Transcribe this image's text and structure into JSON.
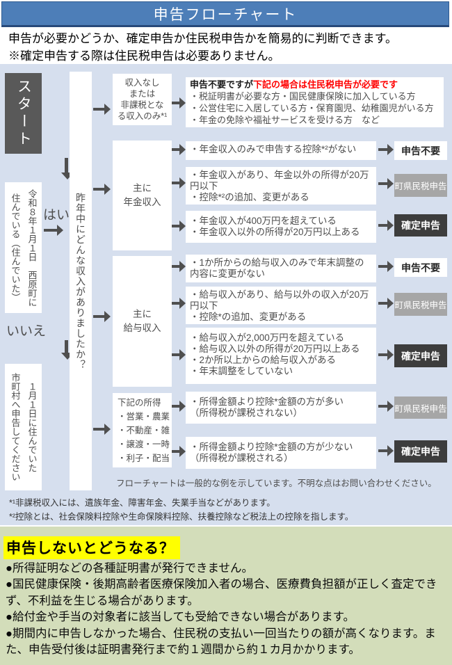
{
  "colors": {
    "header_blue": "#4d7eb8",
    "header_border": "#2e5a8f",
    "flow_background": "#d6dfee",
    "start_box_gray": "#595959",
    "arrow_gray": "#4f4f4f",
    "result_final_bg": "#3d3d3d",
    "result_municipal_bg": "#a6a6a6",
    "alert_red": "#ff0000",
    "green_background": "#d3ddba",
    "highlight_yellow": "#ffff00"
  },
  "header": {
    "title": "申告フローチャート"
  },
  "intro": {
    "line1": "申告が必要かどうか、確定申告か住民税申告かを簡易的に判断できます。",
    "line2": "※確定申告する際は住民税申告は必要ありません。"
  },
  "flow": {
    "start_label": "スタート",
    "residence_question": "令和８年１月１日　西原町に\n住んでいる（住んでいた）",
    "yes_label": "はい",
    "no_label": "いいえ",
    "go_city_note": "１月１日に住んでいた\n市町村へ申告してください",
    "income_question": "昨年中にどんな収入がありましたか？",
    "categories": {
      "none": "収入なし\nまたは\n非課税とな\nる収入のみ*¹",
      "pension": "主に\n年金収入",
      "salary": "主に\n給与収入",
      "other": "下記の所得\n・営業・農業\n・不動産・雑\n・譲渡・一時\n・利子・配当"
    },
    "none_result": {
      "lead_black": "申告不要ですが",
      "lead_red": "下記の場合は住民税申告が必要です",
      "body": "・税証明書が必要な方・国民健康保険に加入している方\n・公営住宅に入居している方・保育園児、幼稚園児がいる方\n・年金の免除や福祉サービスを受ける方　など"
    },
    "pension_rows": [
      {
        "condition": "・年金収入のみで申告する控除*²がない",
        "result": "申告不要"
      },
      {
        "condition": "・年金収入があり、年金以外の所得が20万\n円以下\n・控除*²の追加、変更がある",
        "result": "町県民税申告"
      },
      {
        "condition": "・年金収入が400万円を超えている\n・年金収入以外の所得が20万円以上ある",
        "result": "確定申告"
      }
    ],
    "salary_rows": [
      {
        "condition": "・1か所からの給与収入のみで年末調整の\n内容に変更がない",
        "result": "申告不要"
      },
      {
        "condition": "・給与収入があり、給与以外の収入が20万\n円以下\n・控除*の追加、変更がある",
        "result": "町県民税申告"
      },
      {
        "condition": "・給与収入が2,000万円を超えている\n・給与収入以外の所得が20万円以上ある\n・2か所以上からの給与収入がある\n・年末調整をしていない",
        "result": "確定申告"
      }
    ],
    "other_rows": [
      {
        "condition": "・所得金額より控除*金額の方が多い\n（所得税が課税されない）",
        "result": "町県民税申告"
      },
      {
        "condition": "・所得金額より控除*金額の方が少ない\n（所得税が課税される）",
        "result": "確定申告"
      }
    ],
    "note": "フローチャートは一般的な例を示しています。不明な点はお問い合わせください。"
  },
  "footnotes": [
    "*¹非課税収入には、遺族年金、障害年金、失業手当などがあります。",
    "*²控除とは、社会保険料控除や生命保険料控除、扶養控除など税法上の控除を指します。"
  ],
  "what_if": {
    "heading": "申告しないとどうなる？",
    "bullets": [
      "●所得証明などの各種証明書が発行できません。",
      "●国民健康保険・後期高齢者医療保険加入者の場合、医療費負担額が正しく査定できず、不利益を生じる場合があります。",
      "●給付金や手当の対象者に該当しても受給できない場合があります。",
      "●期間内に申告しなかった場合、住民税の支払い一回当たりの額が高くなります。また、申告受付後は証明書発行まで約１週間から約１カ月かかります。"
    ]
  }
}
